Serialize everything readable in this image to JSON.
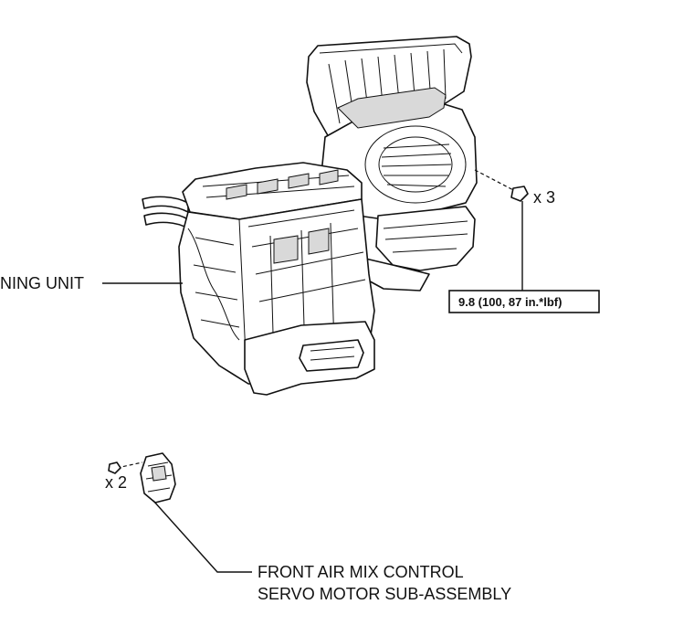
{
  "labels": {
    "ac_unit": "NING UNIT",
    "servo_line1": "FRONT AIR MIX CONTROL",
    "servo_line2": "SERVO MOTOR SUB-ASSEMBLY"
  },
  "callouts": {
    "screw_qty_top": "x 3",
    "screw_qty_servo": "x 2",
    "torque_spec": "9.8 (100, 87 in.*lbf)"
  }
}
